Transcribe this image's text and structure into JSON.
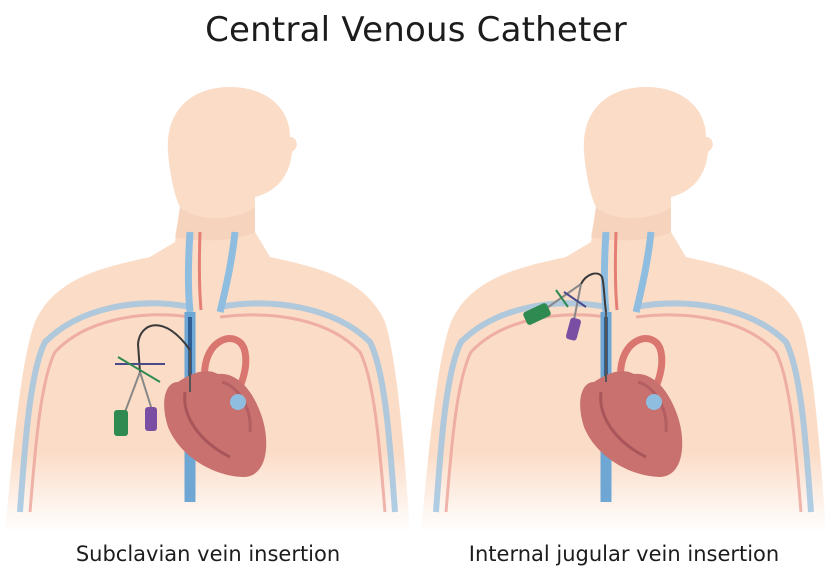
{
  "title": "Central Venous Catheter",
  "panels": [
    {
      "caption": "Subclavian vein insertion",
      "method": "subclavian"
    },
    {
      "caption": "Internal jugular vein insertion",
      "method": "internal-jugular"
    }
  ],
  "colors": {
    "skin": "#fbdcc7",
    "vein": "#7fb3d9",
    "vein_dark": "#3d6fa3",
    "artery": "#e67d73",
    "heart": "#c96b6f",
    "lumen_green": "#2f8a52",
    "lumen_purple": "#7a4fa3"
  }
}
